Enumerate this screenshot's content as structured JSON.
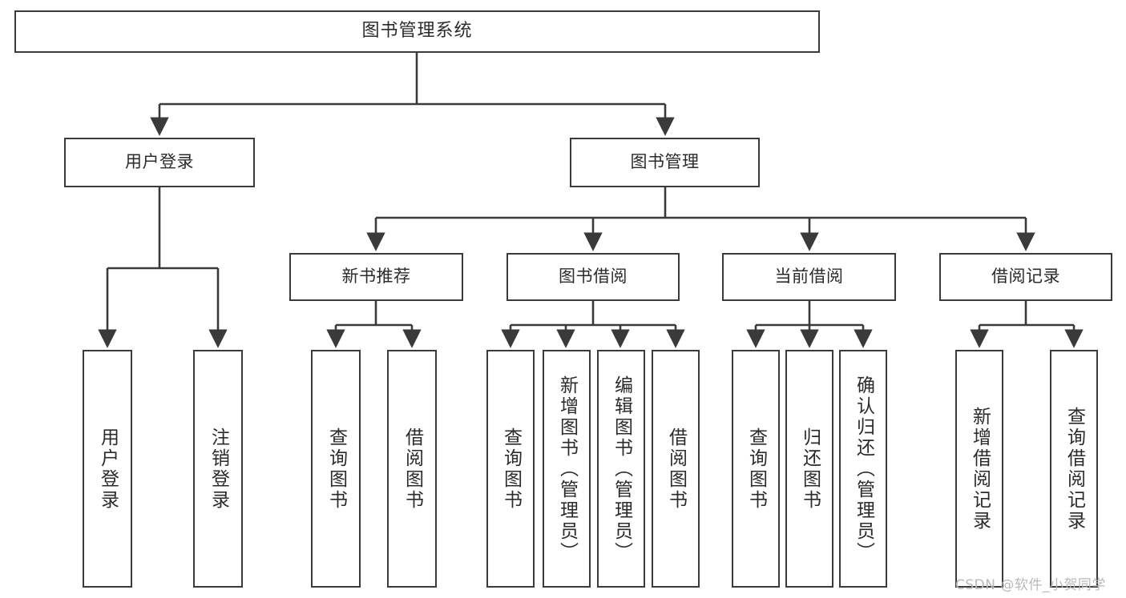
{
  "diagram": {
    "title": "图书管理系统",
    "type": "functional-structure-tree",
    "style": {
      "box_stroke": "#3a3a3a",
      "box_fill": "#ffffff",
      "edge_stroke": "#3a3a3a",
      "text_color": "#2b2b2b",
      "background": "#ffffff",
      "watermark_color": "#b9b9b9"
    }
  },
  "nodes": {
    "root": {
      "label": "图书管理系统"
    },
    "level1": [
      {
        "id": "user-login",
        "label": "用户登录"
      },
      {
        "id": "book-management",
        "label": "图书管理"
      }
    ],
    "level2": [
      {
        "id": "new-book-recommend",
        "label": "新书推荐"
      },
      {
        "id": "book-borrow",
        "label": "图书借阅"
      },
      {
        "id": "current-borrow",
        "label": "当前借阅"
      },
      {
        "id": "borrow-record",
        "label": "借阅记录"
      }
    ],
    "leaves": {
      "user-login": [
        {
          "id": "leaf-user-login",
          "label": "用户登录"
        },
        {
          "id": "leaf-logout-login",
          "label": "注销登录"
        }
      ],
      "new-book-recommend": [
        {
          "id": "leaf-query-book-1",
          "label": "查询图书"
        },
        {
          "id": "leaf-borrow-book-1",
          "label": "借阅图书"
        }
      ],
      "book-borrow": [
        {
          "id": "leaf-query-book-2",
          "label": "查询图书"
        },
        {
          "id": "leaf-add-book-admin",
          "label": "新增图书（管理员）"
        },
        {
          "id": "leaf-edit-book-admin",
          "label": "编辑图书（管理员）"
        },
        {
          "id": "leaf-borrow-book-2",
          "label": "借阅图书"
        }
      ],
      "current-borrow": [
        {
          "id": "leaf-query-book-3",
          "label": "查询图书"
        },
        {
          "id": "leaf-return-book",
          "label": "归还图书"
        },
        {
          "id": "leaf-confirm-return-admin",
          "label": "确认归还（管理员）"
        }
      ],
      "borrow-record": [
        {
          "id": "leaf-add-borrow-record",
          "label": "新增借阅记录"
        },
        {
          "id": "leaf-query-borrow-record",
          "label": "查询借阅记录"
        }
      ]
    }
  },
  "watermark": {
    "text": "CSDN @软件_小贺同学"
  }
}
